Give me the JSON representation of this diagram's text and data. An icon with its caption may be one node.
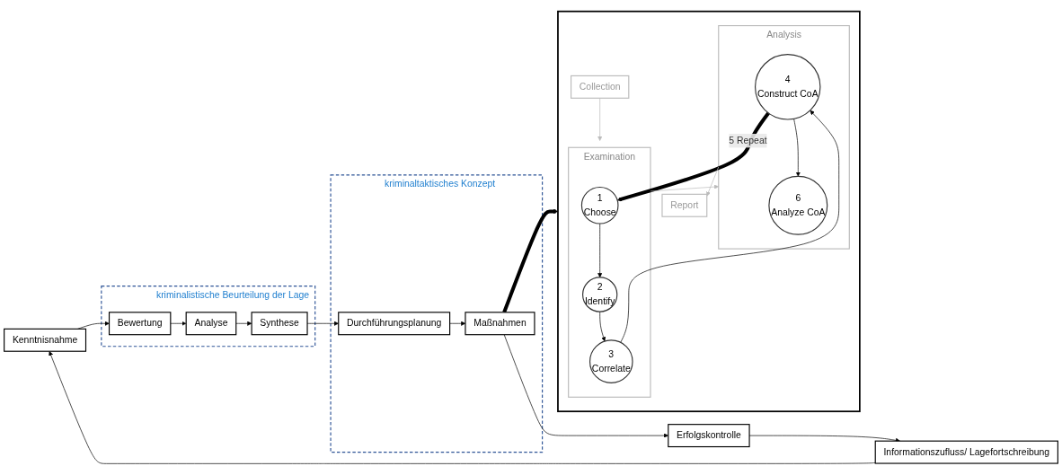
{
  "diagram": {
    "nodes": [
      {
        "text": [
          "Kenntnisnahme"
        ]
      },
      {
        "text": [
          "kriminalistische Beurteilung der Lage"
        ]
      },
      {
        "text": [
          "Bewertung"
        ],
        "in": 1
      },
      {
        "text": [
          "Analyse"
        ],
        "in": 1
      },
      {
        "text": [
          "Synthese"
        ],
        "in": 1
      },
      {
        "text": [
          "kriminaltaktisches Konzept"
        ]
      },
      {
        "text": [
          "Durchführungsplanung"
        ],
        "in": 5
      },
      {
        "text": [
          "Maßnahmen"
        ],
        "in": 5
      },
      {
        "text": [
          "Erfolgskontrolle"
        ]
      },
      {
        "text": [
          "Informationszufluss/ Lagefortschreibung"
        ]
      },
      {
        "text": [],
        "shape": "box"
      },
      {
        "text": [
          "Collection"
        ],
        "in": 10
      },
      {
        "text": [
          "Examination"
        ],
        "in": 10
      },
      {
        "text": [
          "1",
          "Choose"
        ],
        "in": 12
      },
      {
        "text": [
          "2",
          "Identify"
        ],
        "in": 12
      },
      {
        "text": [
          "3",
          "Correlate"
        ],
        "in": 12
      },
      {
        "text": [
          "Analysis"
        ],
        "in": 10
      },
      {
        "text": [
          "4",
          "Construct CoA"
        ],
        "in": 16
      },
      {
        "text": [
          "6",
          "Analyze CoA"
        ],
        "in": 16
      },
      {
        "text": [
          "Report"
        ],
        "in": 10
      }
    ],
    "edges": [
      {
        "from": 0,
        "to": 2,
        "arrow": "to"
      },
      {
        "from": 2,
        "to": 3,
        "arrow": "to"
      },
      {
        "from": 3,
        "to": 4,
        "arrow": "to"
      },
      {
        "from": 4,
        "to": 6,
        "arrow": "to"
      },
      {
        "from": 6,
        "to": 7,
        "arrow": "to"
      },
      {
        "from": 7,
        "to": 8,
        "arrow": "to"
      },
      {
        "from": 8,
        "to": 9,
        "arrow": "to"
      },
      {
        "from": 9,
        "to": 0,
        "arrow": "to"
      },
      {
        "from": 7,
        "to": 10,
        "arrow": "to",
        "style": "thick"
      },
      {
        "from": 11,
        "to": 12,
        "arrow": "to",
        "color": "#bbbbbb"
      },
      {
        "from": 13,
        "to": 14,
        "arrow": "to"
      },
      {
        "from": 14,
        "to": 15,
        "arrow": "to"
      },
      {
        "from": 15,
        "to": 17,
        "arrow": "to"
      },
      {
        "from": 17,
        "to": 18,
        "arrow": "to"
      },
      {
        "from": 12,
        "to": 16,
        "arrow": "to",
        "color": "#bbbbbb"
      },
      {
        "from": 16,
        "to": 19,
        "arrow": "to",
        "color": "#bbbbbb"
      },
      {
        "from": 17,
        "to": 13,
        "arrow": "to",
        "label": "5 Repeat",
        "style": "thick"
      }
    ]
  }
}
